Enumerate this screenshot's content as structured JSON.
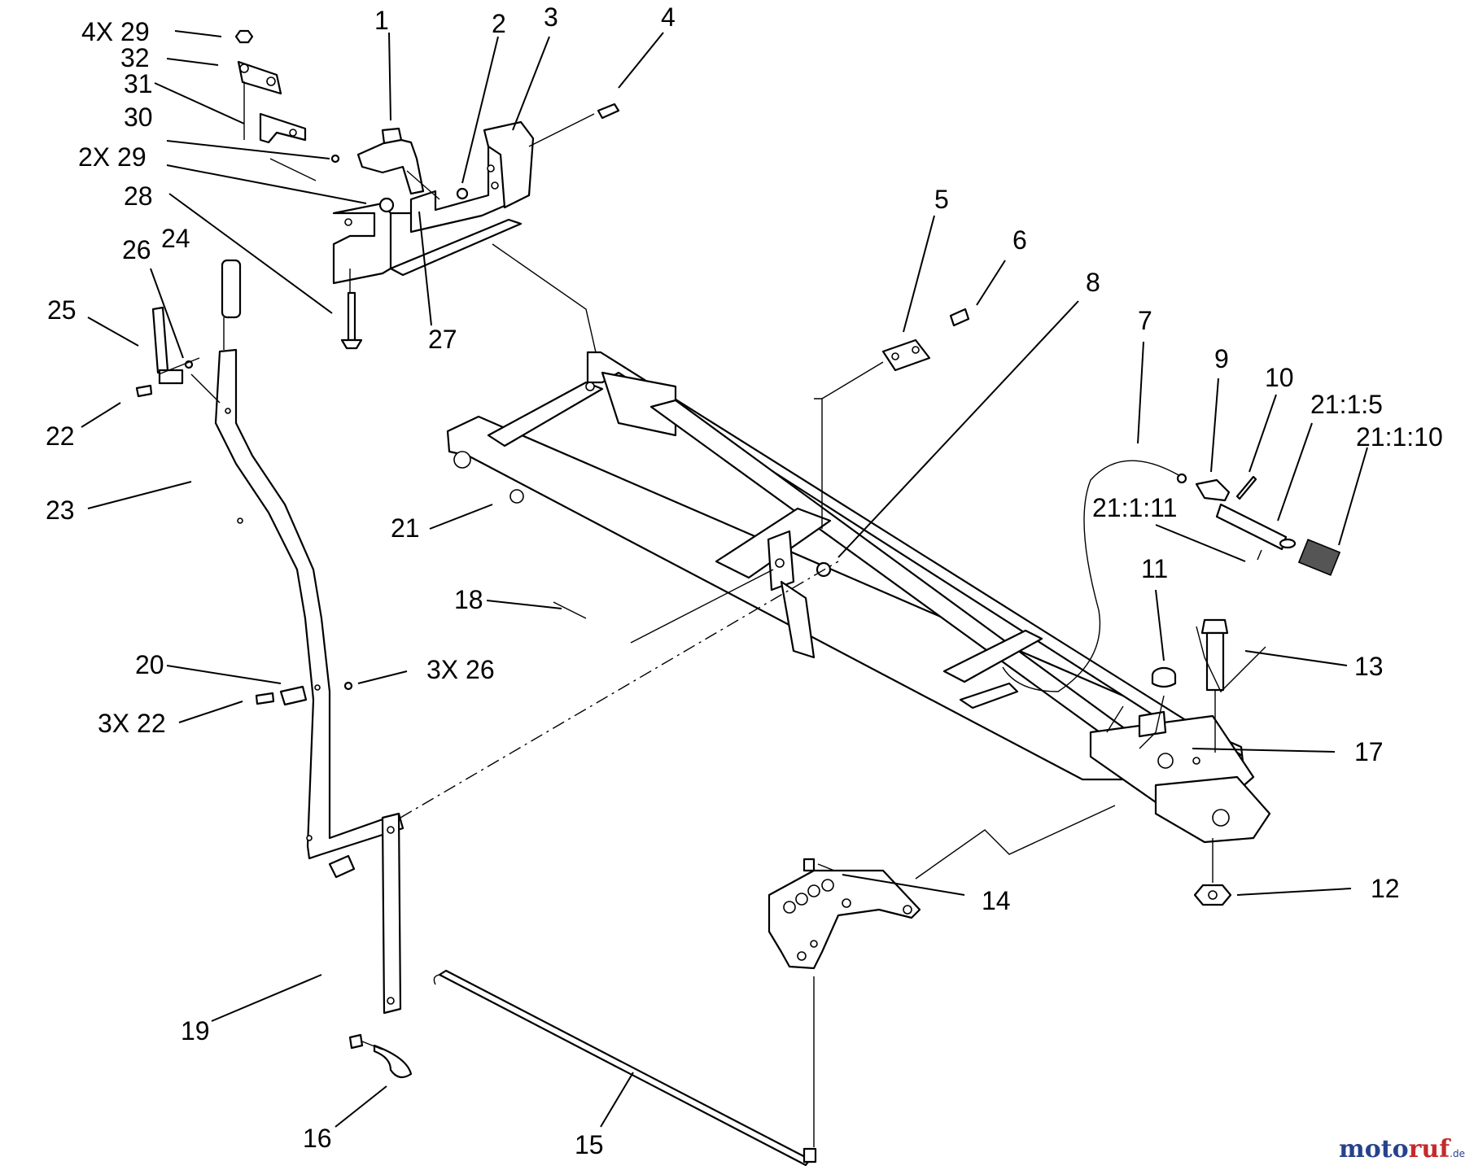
{
  "diagram": {
    "callouts": [
      {
        "id": "c1",
        "text": "1"
      },
      {
        "id": "c2",
        "text": "2"
      },
      {
        "id": "c3",
        "text": "3"
      },
      {
        "id": "c4",
        "text": "4"
      },
      {
        "id": "c4x29",
        "text": "4X 29"
      },
      {
        "id": "c32",
        "text": "32"
      },
      {
        "id": "c31",
        "text": "31"
      },
      {
        "id": "c30",
        "text": "30"
      },
      {
        "id": "c2x29",
        "text": "2X 29"
      },
      {
        "id": "c28",
        "text": "28"
      },
      {
        "id": "c26",
        "text": "26"
      },
      {
        "id": "c24",
        "text": "24"
      },
      {
        "id": "c25",
        "text": "25"
      },
      {
        "id": "c22",
        "text": "22"
      },
      {
        "id": "c23",
        "text": "23"
      },
      {
        "id": "c27",
        "text": "27"
      },
      {
        "id": "c5",
        "text": "5"
      },
      {
        "id": "c6",
        "text": "6"
      },
      {
        "id": "c8",
        "text": "8"
      },
      {
        "id": "c7",
        "text": "7"
      },
      {
        "id": "c9",
        "text": "9"
      },
      {
        "id": "c10",
        "text": "10"
      },
      {
        "id": "c2115",
        "text": "21:1:5"
      },
      {
        "id": "c21110",
        "text": "21:1:10"
      },
      {
        "id": "c21111",
        "text": "21:1:11"
      },
      {
        "id": "c11",
        "text": "11"
      },
      {
        "id": "c21",
        "text": "21"
      },
      {
        "id": "c18",
        "text": "18"
      },
      {
        "id": "c13",
        "text": "13"
      },
      {
        "id": "c17",
        "text": "17"
      },
      {
        "id": "c20",
        "text": "20"
      },
      {
        "id": "c3x26",
        "text": "3X 26"
      },
      {
        "id": "c3x22",
        "text": "3X 22"
      },
      {
        "id": "c14",
        "text": "14"
      },
      {
        "id": "c12",
        "text": "12"
      },
      {
        "id": "c19",
        "text": "19"
      },
      {
        "id": "c16",
        "text": "16"
      },
      {
        "id": "c15",
        "text": "15"
      }
    ]
  },
  "watermark": {
    "part_a": "moto",
    "part_b": "ruf",
    "part_c": ".de"
  }
}
